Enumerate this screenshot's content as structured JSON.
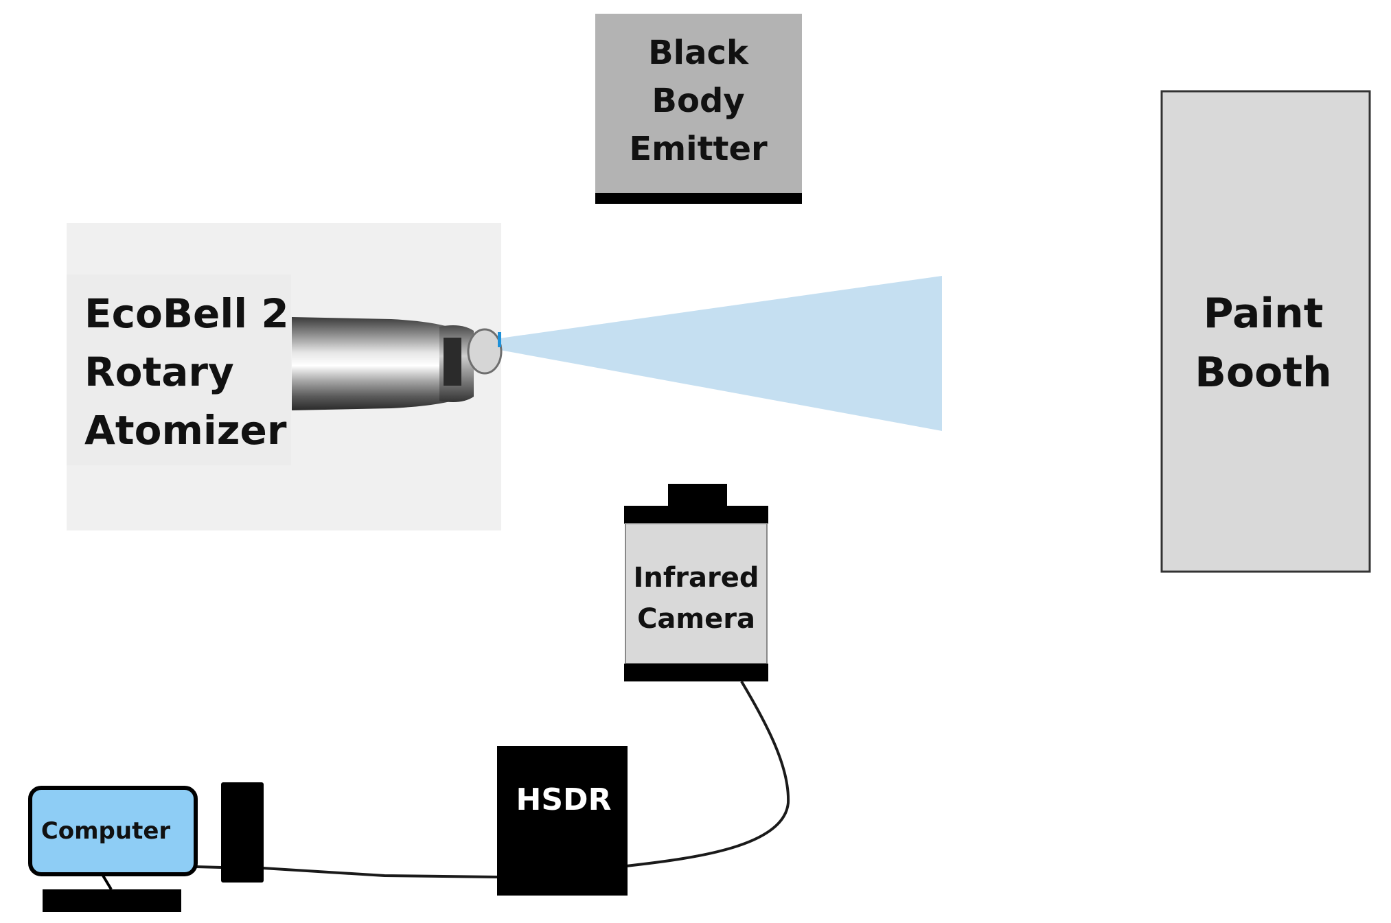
{
  "labels": {
    "black_body": [
      "Black",
      "Body",
      "Emitter"
    ],
    "atomizer": [
      "EcoBell 2",
      "Rotary",
      "Atomizer"
    ],
    "paint_booth": [
      "Paint",
      "Booth"
    ],
    "infrared_camera": [
      "Infrared",
      "Camera"
    ],
    "hsdr": "HSDR",
    "computer": "Computer"
  },
  "colors": {
    "black_body_fill": "#b3b3b3",
    "black_body_base": "#000000",
    "atomizer_panel": "#f0f0f0",
    "atomizer_label_bg": "#ececec",
    "spray_cone": "#c5dff1",
    "paint_booth_fill": "#d9d9d9",
    "camera_body": "#d9d9d9",
    "hsdr_fill": "#000000",
    "computer_screen": "#8ecdf5",
    "cable": "#1a1a1a"
  },
  "icons": {
    "atomizer": "rotary-bell-atomizer-icon",
    "computer": "desktop-computer-icon",
    "camera": "infrared-camera-icon"
  }
}
